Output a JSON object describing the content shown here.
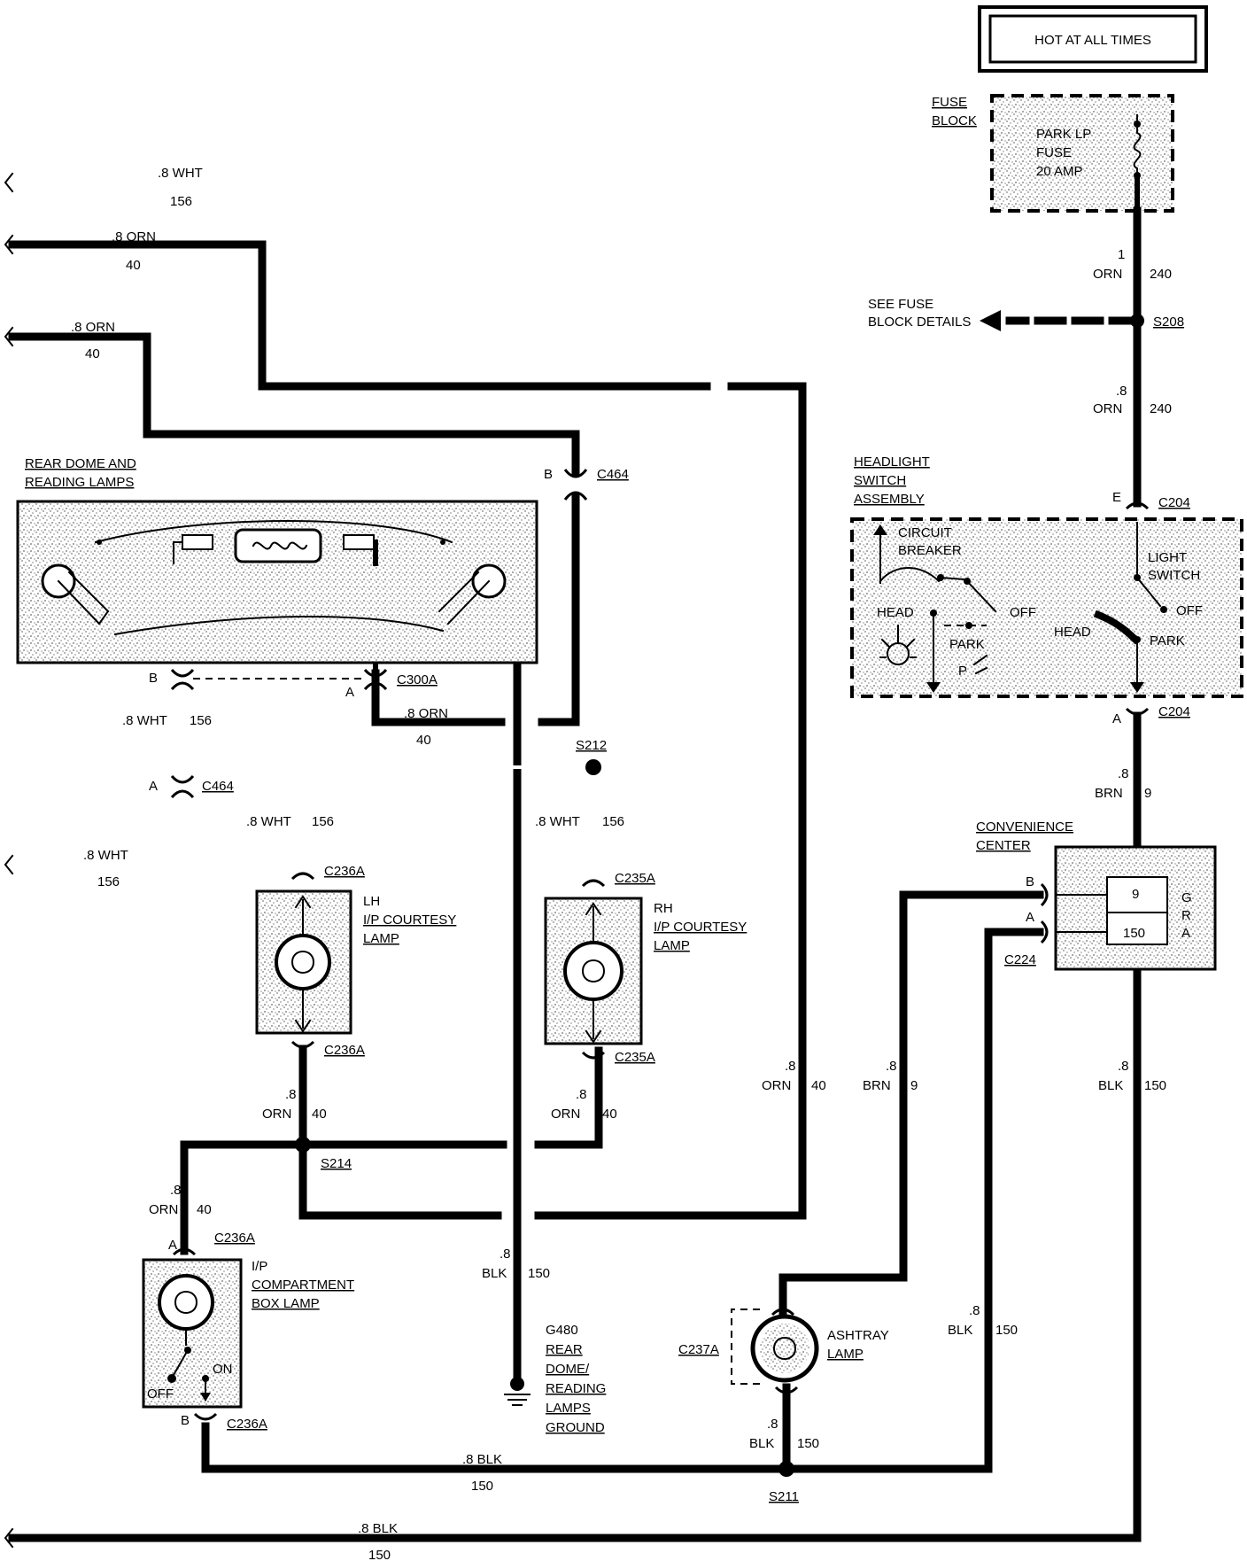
{
  "header": {
    "title": "HOT AT ALL TIMES"
  },
  "fuse_block": {
    "label": [
      "FUSE",
      "BLOCK"
    ],
    "fuse": [
      "PARK LP",
      "FUSE",
      "20 AMP"
    ]
  },
  "fuse_details": {
    "text": [
      "SEE FUSE",
      "BLOCK DETAILS"
    ]
  },
  "splices": {
    "s208": "S208",
    "s212": "S212",
    "s214": "S214",
    "s211": "S211"
  },
  "wires": {
    "w240_top": {
      "gauge": "1",
      "color": "ORN",
      "circuit": "240"
    },
    "w240_lower": {
      "gauge": ".8",
      "color": "ORN",
      "circuit": "240"
    },
    "w156_top": {
      "label": ".8 WHT",
      "circuit": "156"
    },
    "w40_a": {
      "label": ".8 ORN",
      "circuit": "40"
    },
    "w40_b": {
      "label": ".8 ORN",
      "circuit": "40"
    },
    "w40_c300": {
      "label": ".8 ORN",
      "circuit": "40"
    },
    "w156_left": {
      "label": ".8 WHT",
      "circuit": "156"
    },
    "w156_bottom": {
      "label": ".8 WHT",
      "circuit": "156"
    },
    "w156_lh": {
      "label": ".8 WHT",
      "circuit": "156"
    },
    "w156_rh": {
      "label": ".8 WHT",
      "circuit": "156"
    },
    "w40_lh": {
      "gauge": ".8",
      "color": "ORN",
      "circuit": "40"
    },
    "w40_rh": {
      "gauge": ".8",
      "color": "ORN",
      "circuit": "40"
    },
    "w40_right": {
      "gauge": ".8",
      "color": "ORN",
      "circuit": "40"
    },
    "w40_comp": {
      "gauge": ".8",
      "color": "ORN",
      "circuit": "40"
    },
    "w9_a": {
      "gauge": ".8",
      "color": "BRN",
      "circuit": "9"
    },
    "w9_b": {
      "gauge": ".8",
      "color": "BRN",
      "circuit": "9"
    },
    "w150_a": {
      "gauge": ".8",
      "color": "BLK",
      "circuit": "150"
    },
    "w150_b": {
      "gauge": ".8",
      "color": "BLK",
      "circuit": "150"
    },
    "w150_ground": {
      "gauge": ".8",
      "color": "BLK",
      "circuit": "150"
    },
    "w150_ashtray": {
      "gauge": ".8",
      "color": "BLK",
      "circuit": "150"
    },
    "w150_bottom": {
      "label": ".8 BLK",
      "circuit": "150"
    },
    "w150_last": {
      "label": ".8 BLK",
      "circuit": "150"
    }
  },
  "connectors": {
    "c464_top": {
      "name": "C464",
      "pin": "B"
    },
    "c464_bottom": {
      "name": "C464",
      "pin": "A"
    },
    "c300a": {
      "name": "C300A",
      "pin_left": "B",
      "pin_right": "A"
    },
    "c204_top": {
      "name": "C204",
      "pin": "E"
    },
    "c204_bottom": {
      "name": "C204",
      "pin": "A"
    },
    "c236a_lh_top": "C236A",
    "c236a_lh_bottom": "C236A",
    "c235a_rh_top": "C235A",
    "c235a_rh_bottom": "C235A",
    "c236a_comp_top": {
      "name": "C236A",
      "pin": "A"
    },
    "c236a_comp_bottom": {
      "name": "C236A",
      "pin": "B"
    },
    "c224": {
      "name": "C224",
      "pin_b": "B",
      "pin_a": "A"
    },
    "c237a": "C237A"
  },
  "components": {
    "rear_dome": [
      "REAR DOME AND",
      "READING LAMPS"
    ],
    "headlight_switch": [
      "HEADLIGHT",
      "SWITCH",
      "ASSEMBLY"
    ],
    "circuit_breaker": [
      "CIRCUIT",
      "BREAKER"
    ],
    "light_switch": [
      "LIGHT",
      "SWITCH"
    ],
    "head_left": "HEAD",
    "off_left": "OFF",
    "park_left": "PARK",
    "p_mark": "P",
    "head_right": "HEAD",
    "off_right": "OFF",
    "park_right": "PARK",
    "convenience_center": [
      "CONVENIENCE",
      "CENTER"
    ],
    "gra": [
      "G",
      "R",
      "A"
    ],
    "cc_pins": [
      "9",
      "150"
    ],
    "lh_lamp": [
      "LH",
      "I/P COURTESY",
      "LAMP"
    ],
    "rh_lamp": [
      "RH",
      "I/P COURTESY",
      "LAMP"
    ],
    "compartment_lamp": [
      "I/P",
      "COMPARTMENT",
      "BOX LAMP"
    ],
    "comp_on": "ON",
    "comp_off": "OFF",
    "ashtray_lamp": [
      "ASHTRAY",
      "LAMP"
    ],
    "ground": [
      "G480",
      "REAR",
      "DOME/",
      "READING",
      "LAMPS",
      "GROUND"
    ]
  }
}
